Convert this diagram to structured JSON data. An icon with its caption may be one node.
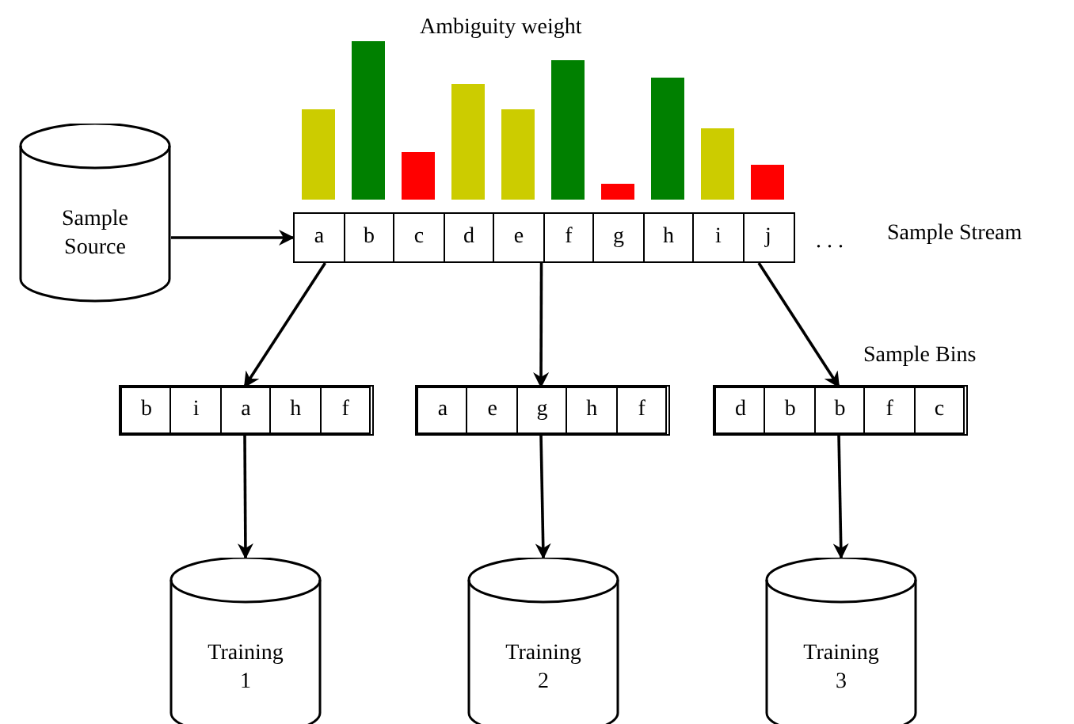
{
  "diagram": {
    "nodes": [
      {
        "text": [
          "Sample Source"
        ]
      },
      {
        "text": [
          "Sample Stream"
        ]
      },
      {
        "text": [
          "a"
        ],
        "in": 1
      },
      {
        "text": [
          "b"
        ],
        "in": 1
      },
      {
        "text": [
          "c"
        ],
        "in": 1
      },
      {
        "text": [
          "d"
        ],
        "in": 1
      },
      {
        "text": [
          "e"
        ],
        "in": 1
      },
      {
        "text": [
          "f"
        ],
        "in": 1
      },
      {
        "text": [
          "g"
        ],
        "in": 1
      },
      {
        "text": [
          "h"
        ],
        "in": 1
      },
      {
        "text": [
          "i"
        ],
        "in": 1
      },
      {
        "text": [
          "j"
        ],
        "in": 1
      },
      {
        "text": [],
        "shape": "box"
      },
      {
        "text": [
          "b"
        ],
        "in": 12
      },
      {
        "text": [
          "i"
        ],
        "in": 12
      },
      {
        "text": [
          "a"
        ],
        "in": 12
      },
      {
        "text": [
          "h"
        ],
        "in": 12
      },
      {
        "text": [
          "f"
        ],
        "in": 12
      },
      {
        "text": [],
        "shape": "box"
      },
      {
        "text": [
          "a"
        ],
        "in": 18
      },
      {
        "text": [
          "e"
        ],
        "in": 18
      },
      {
        "text": [
          "g"
        ],
        "in": 18
      },
      {
        "text": [
          "h"
        ],
        "in": 18
      },
      {
        "text": [
          "f"
        ],
        "in": 18
      },
      {
        "text": [],
        "shape": "box"
      },
      {
        "text": [
          "d"
        ],
        "in": 24
      },
      {
        "text": [
          "b"
        ],
        "in": 24
      },
      {
        "text": [
          "b"
        ],
        "in": 24
      },
      {
        "text": [
          "f"
        ],
        "in": 24
      },
      {
        "text": [
          "c"
        ],
        "in": 24
      },
      {
        "text": [
          "Training 1"
        ]
      },
      {
        "text": [
          "Training 2"
        ]
      },
      {
        "text": [
          "Training 3"
        ]
      }
    ],
    "edges": [
      {
        "from": 0,
        "to": 1,
        "arrow": "to"
      },
      {
        "from": 1,
        "to": 12,
        "arrow": "to"
      },
      {
        "from": 1,
        "to": 18,
        "arrow": "to"
      },
      {
        "from": 1,
        "to": 24,
        "arrow": "to"
      },
      {
        "from": 12,
        "to": 30,
        "arrow": "to"
      },
      {
        "from": 18,
        "to": 31,
        "arrow": "to"
      },
      {
        "from": 24,
        "to": 32,
        "arrow": "to"
      }
    ],
    "labels": [
      "Ambiguity weight",
      ". . .",
      "Sample Bins"
    ]
  }
}
